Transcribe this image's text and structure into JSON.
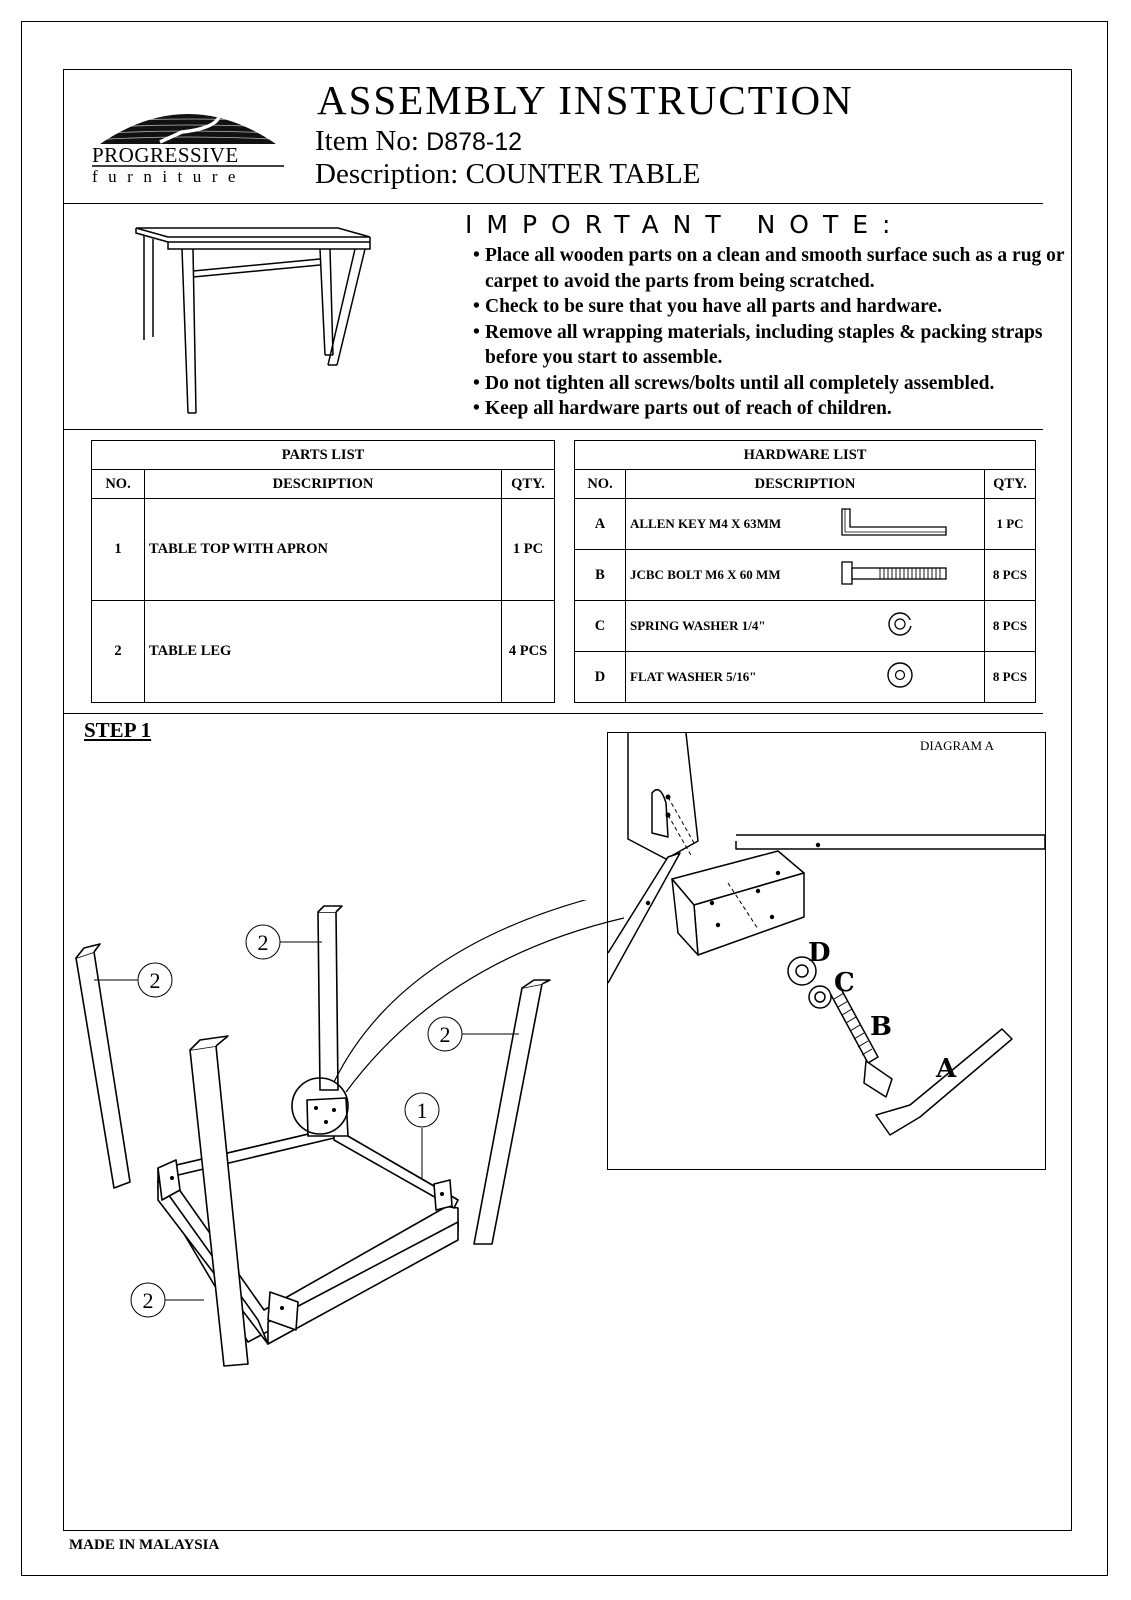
{
  "header": {
    "logo_brand": "PROGRESSIVE",
    "logo_sub": "furniture",
    "title": "ASSEMBLY INSTRUCTION",
    "item_label": "Item No: ",
    "item_code": "D878-12",
    "description_label": "Description: ",
    "description_value": "COUNTER TABLE"
  },
  "important_note": {
    "heading": "IMPORTANT NOTE:",
    "items": [
      "Place all wooden parts on a clean and smooth surface such as a rug or carpet to avoid the parts from being scratched.",
      "Check to be sure that you have all parts and hardware.",
      "Remove all wrapping materials, including staples & packing straps before you start to assemble.",
      "Do not tighten all screws/bolts until all completely assembled.",
      "Keep all hardware parts out of reach of children."
    ]
  },
  "parts_list": {
    "title": "PARTS LIST",
    "columns": [
      "NO.",
      "DESCRIPTION",
      "QTY."
    ],
    "rows": [
      {
        "no": "1",
        "description": "TABLE TOP WITH APRON",
        "qty": "1 PC"
      },
      {
        "no": "2",
        "description": "TABLE LEG",
        "qty": "4 PCS"
      }
    ]
  },
  "hardware_list": {
    "title": "HARDWARE LIST",
    "columns": [
      "NO.",
      "DESCRIPTION",
      "QTY."
    ],
    "rows": [
      {
        "no": "A",
        "description": "ALLEN KEY M4 X 63MM",
        "qty": "1 PC",
        "icon": "allen-key-icon"
      },
      {
        "no": "B",
        "description": "JCBC BOLT M6 X 60 MM",
        "qty": "8 PCS",
        "icon": "bolt-icon"
      },
      {
        "no": "C",
        "description": "SPRING WASHER 1/4\"",
        "qty": "8 PCS",
        "icon": "spring-washer-icon"
      },
      {
        "no": "D",
        "description": "FLAT WASHER 5/16\"",
        "qty": "8 PCS",
        "icon": "flat-washer-icon"
      }
    ]
  },
  "step1": {
    "label": "STEP 1",
    "callouts": [
      "2",
      "2",
      "2",
      "2",
      "1"
    ],
    "diagram_label": "DIAGRAM A",
    "diagram_parts": [
      "D",
      "C",
      "B",
      "A"
    ]
  },
  "footer": {
    "made_in": "MADE IN MALAYSIA"
  }
}
